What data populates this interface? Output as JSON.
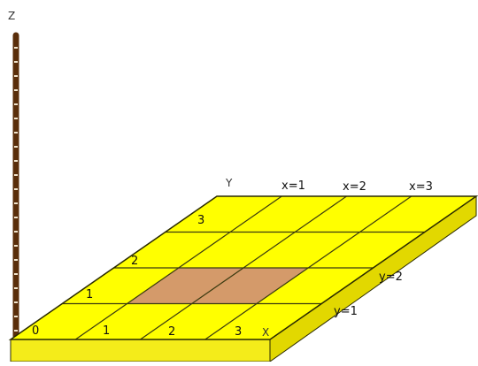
{
  "colors": {
    "plate_top": "#ffff00",
    "plate_front": "#f4ec1a",
    "plate_side": "#e2d800",
    "outline": "#2a2a00",
    "grid_line": "#3a3a10",
    "highlight": "#d49a6a",
    "z_axis": "#5a2e0a",
    "z_tick": "#f2e6cf"
  },
  "axes": {
    "z_label": "Z",
    "y_label": "Y",
    "x_label": "X"
  },
  "labels": {
    "x_ticks": [
      "0",
      "1",
      "2",
      "3"
    ],
    "y_ticks": [
      "1",
      "2",
      "3"
    ],
    "x_lines": [
      "x=1",
      "x=2",
      "x=3"
    ],
    "y_lines": [
      "y=1",
      "y=2"
    ]
  },
  "highlight_region": {
    "x_from": 1,
    "x_to": 3,
    "y_from": 1,
    "y_to": 2
  }
}
